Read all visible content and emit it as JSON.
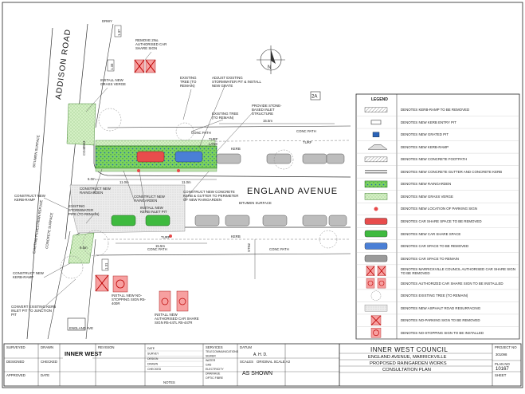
{
  "road_names": {
    "addison": "ADDISON ROAD",
    "england": "ENGLAND AVENUE"
  },
  "markers": {
    "north": "N",
    "section_a": "2A",
    "section_b": "1.37",
    "section_c": "1.33",
    "section_d": "1.31"
  },
  "dimensions": {
    "d1": "11.0m",
    "d2": "11.0m",
    "d3": "15.5m",
    "d4": "15.5m",
    "d5": "6.0m",
    "d6": "9.5m"
  },
  "surfaces": {
    "bitumen": "BITUMEN SURFACE",
    "conc_path_1": "CONC PATH",
    "conc_path_2": "CONC PATH",
    "conc_path_3": "CONC PATH",
    "conc_path_4": "CONC PATH",
    "turf_1": "TURF",
    "turf_2": "TURF",
    "turf_3": "TURF",
    "kerb_1": "KERB",
    "kerb_2": "KERB",
    "lane": "LANE",
    "drwy": "DRWY",
    "pedestrian_refuge": "EXISTING PEDESTRIAN REFUGE",
    "concrete_surface": "CONCRETE SURFACE",
    "bitumen_vert": "BITUMEN SURFACE",
    "stn": "STN2",
    "pole_id": "CO40553"
  },
  "callouts": {
    "remove_signs": "REMOVE 2No. AUTHORISED CAR SHARE SIGN",
    "new_verge": "INSTALL NEW GRASS VERGE",
    "tree1": "EXISTING TREE (TO REMAIN)",
    "adjust_pit": "ADJUST EXISTING STORMWATER PIT & INSTALL NEW GRATE",
    "tree2": "EXISTING TREE (TO REMAIN)",
    "stone_inlet": "PROVIDE STONE-BASED INLET STRUCTURE",
    "kerb_ramp_1": "CONSTRUCT NEW KERB-RAMP",
    "construct_raingarden": "CONSTRUCT NEW RAINGARDEN",
    "stormwater_pipe": "EXISTING STORMWATER PIPE (TO REMAIN)",
    "new_raingarden": "CONSTRUCT NEW RAINGARDEN",
    "inlet_pit": "INSTALL NEW KERB INLET PIT",
    "gutter": "CONSTRUCT NEW CONCRETE KERB & GUTTER TO PERIMETER OF NEW RAINGARDEN",
    "kerb_ramp_2": "CONSTRUCT NEW KERB-RAMP",
    "no_stopping": "INSTALL NEW NO-STOPPING SIGN R5-400R",
    "share_signs": "INSTALL NEW AUTHORISED CAR SHARE SIGN R5-447L   R5-447R",
    "convert_pit": "CONVERT EXISTING KERB INLET PIT TO JUNCTION PIT",
    "england_ave_label": "ENGLAND AVE"
  },
  "legend": {
    "title": "LEGEND",
    "items": [
      {
        "label": "DENOTES KERB-RAMP TO BE REMOVED",
        "icon": "hatch-rect-icon",
        "color": "#555555"
      },
      {
        "label": "DENOTES NEW KERB ENTRY PIT",
        "icon": "pit-rect-icon",
        "color": "#555555"
      },
      {
        "label": "DENOTES NEW GRATED PIT",
        "icon": "grated-pit-icon",
        "color": "#2a63b8"
      },
      {
        "label": "DENOTES NEW KERB-RAMP",
        "icon": "kerb-ramp-icon",
        "color": "#444444"
      },
      {
        "label": "DENOTES NEW CONCRETE FOOTPATH",
        "icon": "hatch-rect-icon",
        "color": "#888888"
      },
      {
        "label": "DENOTES NEW CONCRETE GUTTER AND CONCRETE KERB",
        "icon": "gutter-icon",
        "color": "#222222"
      },
      {
        "label": "DENOTES NEW RAINGARDEN",
        "icon": "raingarden-icon",
        "color": "#7bd15f"
      },
      {
        "label": "DENOTES NEW GRASS VERGE",
        "icon": "grass-verge-icon",
        "color": "#cfeec0"
      },
      {
        "label": "DENOTES NEW LOCATION OF PARKING SIGN",
        "icon": "sign-dot-icon",
        "color": "#e84a4a"
      },
      {
        "label": "DENOTES CAR SHARE SPACE TO BE REMOVED",
        "icon": "car-icon",
        "color": "#e84c4c"
      },
      {
        "label": "DENOTES NEW CAR SHARE SPACE",
        "icon": "car-icon",
        "color": "#3fba3f"
      },
      {
        "label": "DENOTES CAR SPACE TO BE REMOVED",
        "icon": "car-icon",
        "color": "#4a7fd6"
      },
      {
        "label": "DENOTES CAR SPACE TO REMAIN",
        "icon": "car-icon",
        "color": "#9a9a9a"
      },
      {
        "label": "DENOTES MARRICKVILLE COUNCIL AUTHORISED CAR SHARE SIGN TO BE REMOVED",
        "icon": "crossed-sign-icon",
        "color": "#f26a6a"
      },
      {
        "label": "DENOTES AUTHORIZED CAR SHARE SIGN TO BE INSTALLED",
        "icon": "share-sign-icon",
        "color": "#f26a6a"
      },
      {
        "label": "DENOTES EXISTING TREE (TO REMAIN)",
        "icon": "tree-icon",
        "color": "#999999"
      },
      {
        "label": "DENOTES NEW ASPHALT ROAD RESURFACING",
        "icon": "asphalt-icon",
        "color": "#dddddd"
      },
      {
        "label": "DENOTES NO-PARKING SIGN TO BE REMOVED",
        "icon": "no-parking-icon",
        "color": "#f26a6a"
      },
      {
        "label": "DENOTES NO-STOPPING SIGN TO BE INSTALLED",
        "icon": "no-stopping-icon",
        "color": "#f26a6a"
      }
    ]
  },
  "title_block": {
    "council": "INNER WEST COUNCIL",
    "location": "ENGLAND AVENUE, MARRICKVILLE",
    "works": "PROPOSED RAINGARDEN WORKS",
    "plan": "CONSULTATION PLAN",
    "scale": "AS SHOWN",
    "datum": "A. H. D.",
    "plan_no": "10167",
    "project_no": "301098",
    "logo": "INNER WEST",
    "col_labels": {
      "scales": "SCALES",
      "datum": "DATUM",
      "services": "SERVICES",
      "notes": "NOTES",
      "date": "DATE",
      "revision": "REVISION",
      "drawn": "DRAWN",
      "designed": "DESIGNED",
      "checked": "CHECKED",
      "approved": "APPROVED",
      "surveyed": "SURVEYED",
      "plan_label": "PLAN NO",
      "project_label": "PROJECT NO",
      "sheet": "SHEET",
      "origin": "ORIGINAL SCALE A3"
    },
    "services": [
      "TELECOMMUNICATIONS",
      "SEWER",
      "WATER",
      "GAS",
      "ELECTRICITY",
      "DRAINAGE",
      "OPTIC FIBRE"
    ],
    "notes_rows": [
      "DATE",
      "SURVEY",
      "DESIGN",
      "DRAWN",
      "CHECKED"
    ]
  }
}
